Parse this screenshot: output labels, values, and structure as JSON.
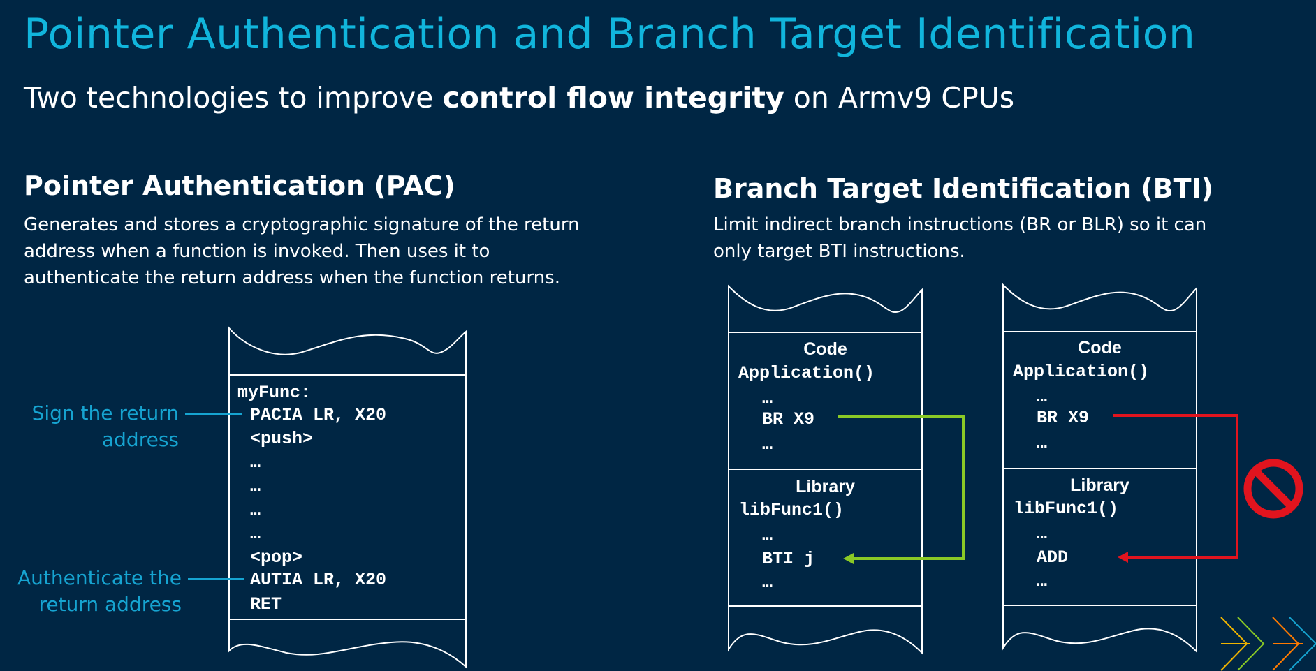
{
  "title": "Pointer Authentication and Branch Target Identification",
  "subtitle": {
    "pre": "Two technologies to improve ",
    "bold": "control flow integrity",
    "post": " on Armv9 CPUs"
  },
  "pac": {
    "heading": "Pointer Authentication (PAC)",
    "description_lines": [
      "Generates and stores a cryptographic signature of the return",
      "address when a function is invoked. Then uses it to",
      "authenticate the return address when the function returns."
    ],
    "code": {
      "label": "myFunc:",
      "lines": [
        "PACIA  LR, X20",
        "<push>",
        "…",
        "…",
        "…",
        "…",
        "<pop>",
        "AUTIA  LR, X20",
        "RET"
      ]
    },
    "notes": {
      "sign_lines": [
        "Sign the return",
        "address"
      ],
      "auth_lines": [
        "Authenticate the",
        "return address"
      ]
    }
  },
  "bti": {
    "heading": "Branch Target Identification (BTI)",
    "description_lines": [
      "Limit indirect branch instructions (BR or BLR) so it can",
      "only target BTI instructions."
    ],
    "allowed": {
      "code_caption": "Code",
      "code_func": "Application()",
      "code_lines": [
        "…",
        "BR  X9",
        "…"
      ],
      "lib_caption": "Library",
      "lib_func": "libFunc1()",
      "lib_lines": [
        "…",
        "BTI  j",
        "…"
      ],
      "arrow_color": "#8ac926"
    },
    "blocked": {
      "code_caption": "Code",
      "code_func": "Application()",
      "code_lines": [
        "…",
        "BR  X9",
        "…"
      ],
      "lib_caption": "Library",
      "lib_func": "libFunc1()",
      "lib_lines": [
        "…",
        "ADD",
        "…"
      ],
      "arrow_color": "#e1141e",
      "icon": "prohibited-icon"
    }
  },
  "colors": {
    "background": "#002644",
    "title": "#11b5dc",
    "note": "#16a4d1"
  }
}
